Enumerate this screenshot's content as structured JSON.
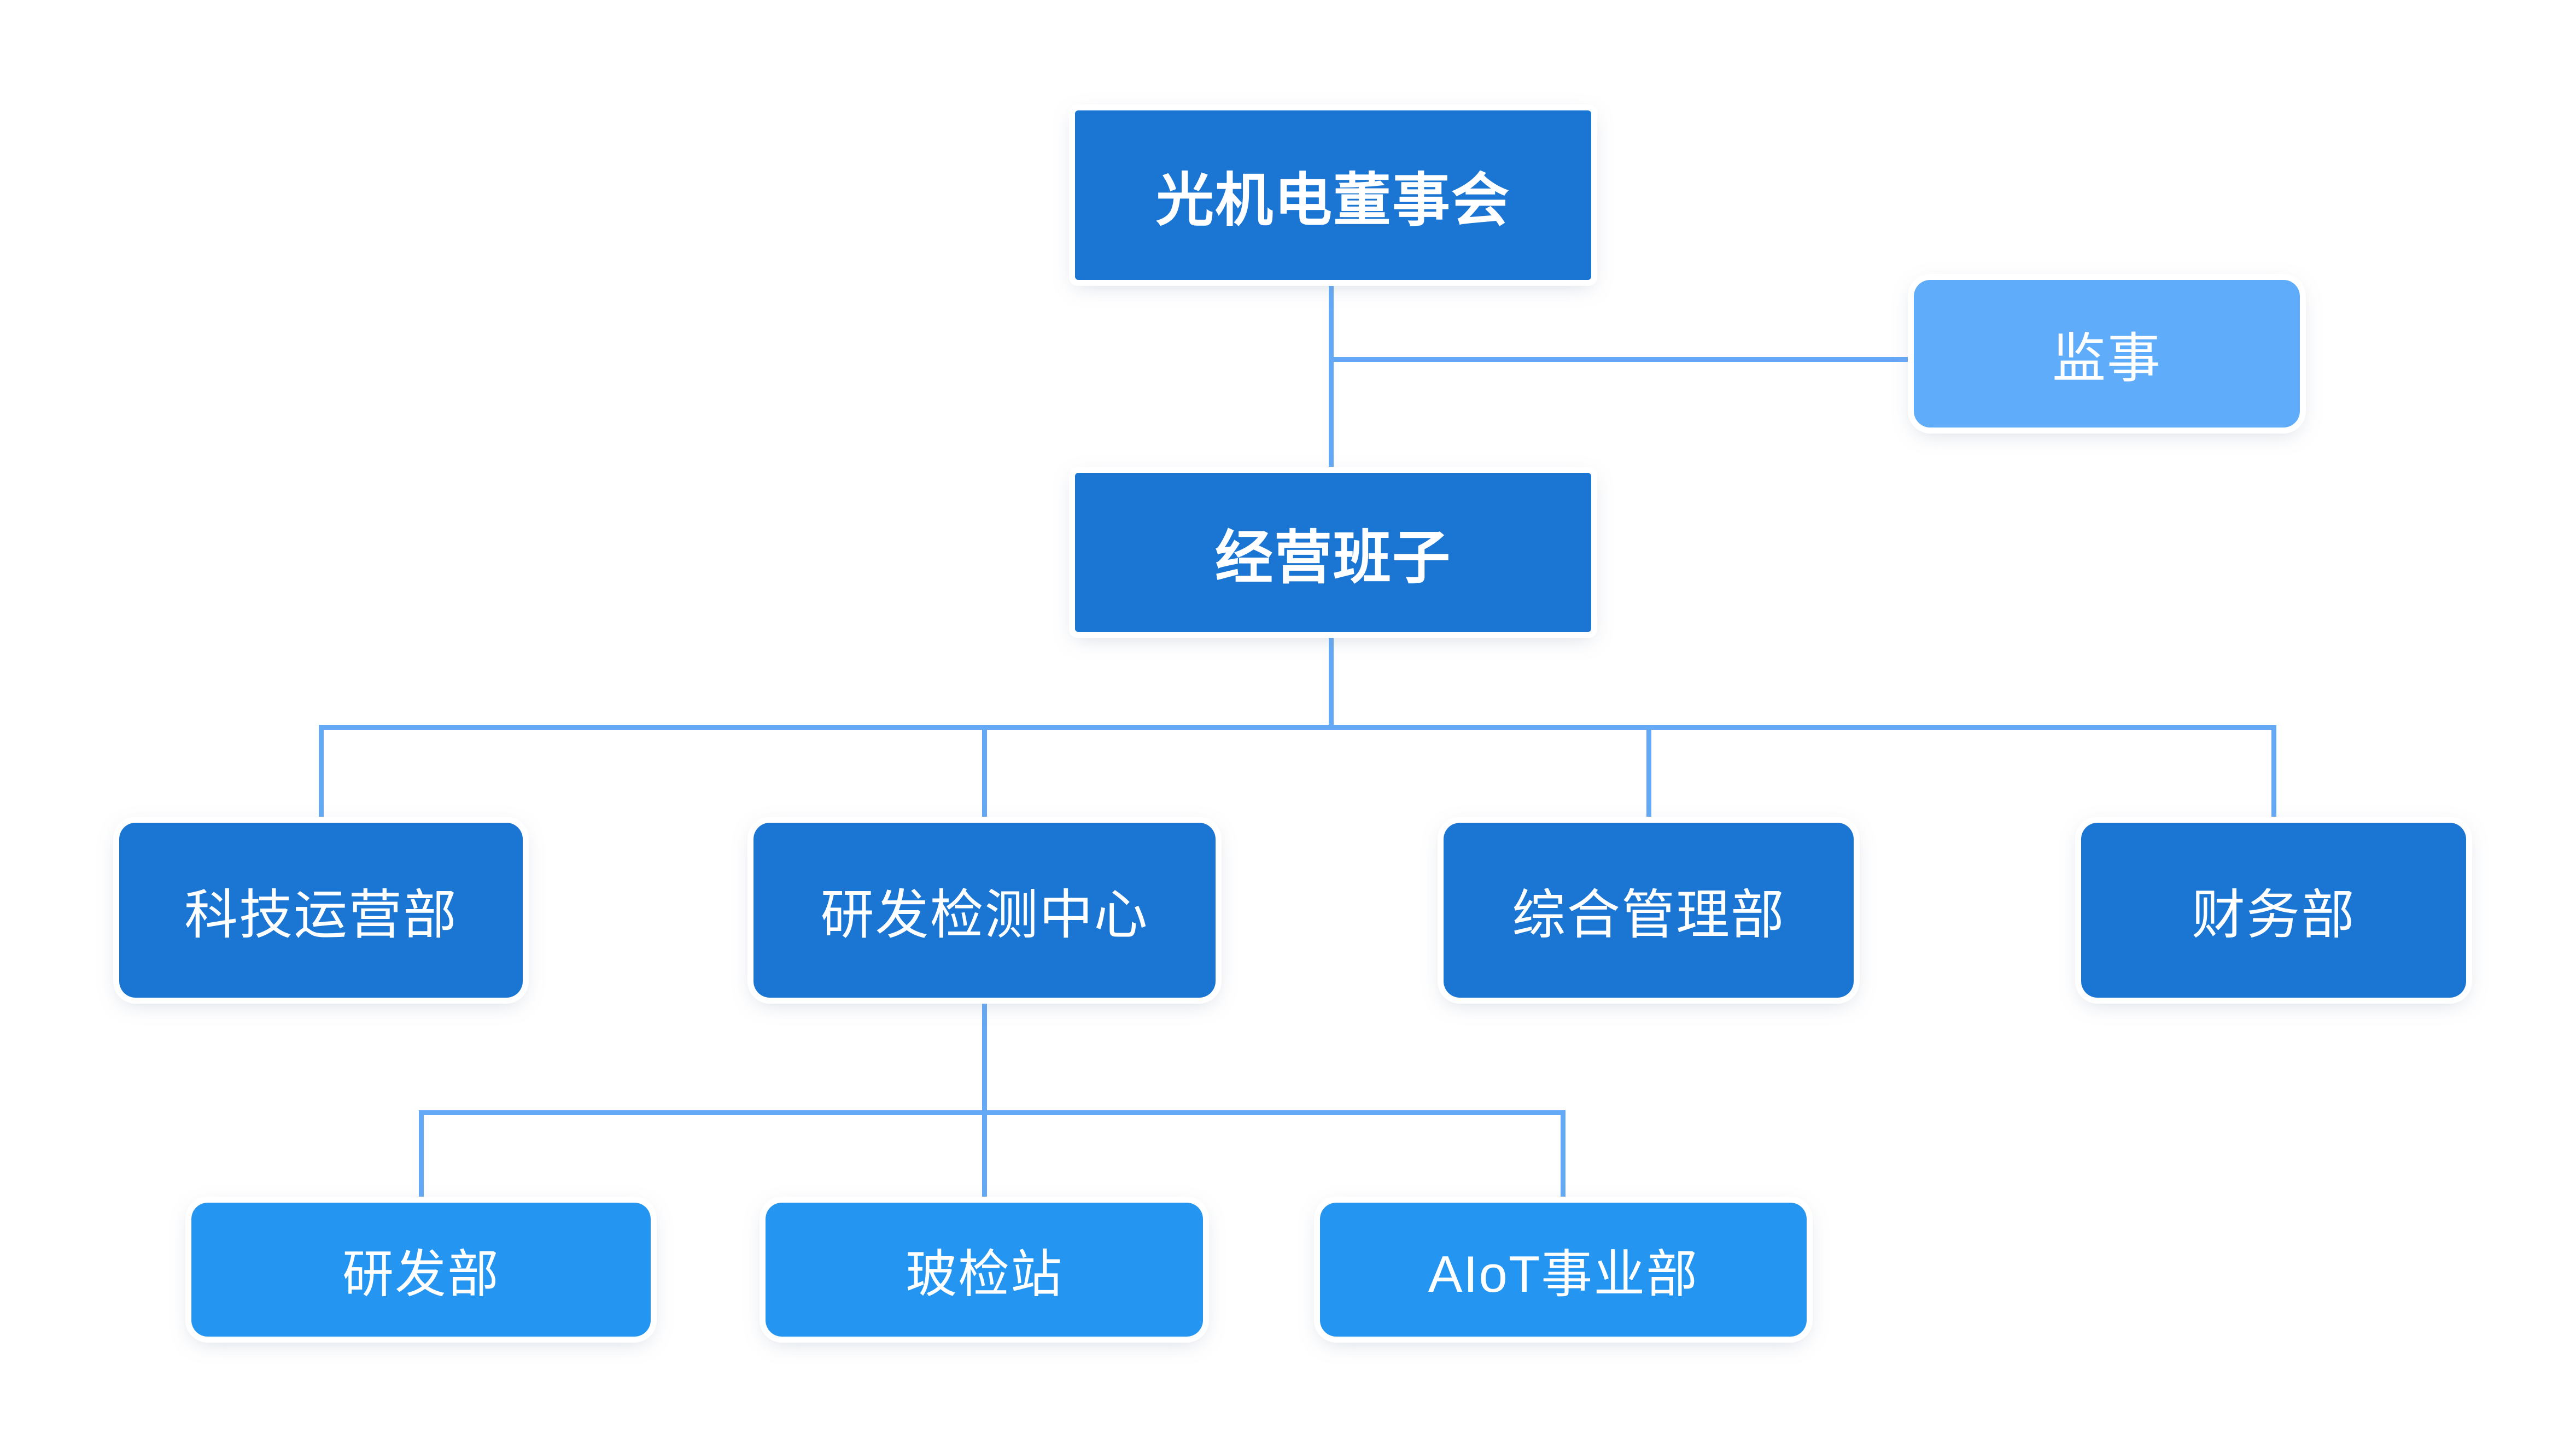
{
  "org_chart": {
    "root": {
      "label": "光机电董事会"
    },
    "supervisor": {
      "label": "监事"
    },
    "management": {
      "label": "经营班子"
    },
    "departments": [
      {
        "label": "科技运营部"
      },
      {
        "label": "研发检测中心"
      },
      {
        "label": "综合管理部"
      },
      {
        "label": "财务部"
      }
    ],
    "sub_departments": [
      {
        "label": "研发部"
      },
      {
        "label": "玻检站"
      },
      {
        "label": "AIoT事业部"
      }
    ],
    "colors": {
      "node_primary": "#1b76d3",
      "node_secondary": "#2496f2",
      "node_tertiary": "#5fadfa",
      "connector": "#64a9f5",
      "text": "#ffffff",
      "background": "#ffffff"
    }
  }
}
